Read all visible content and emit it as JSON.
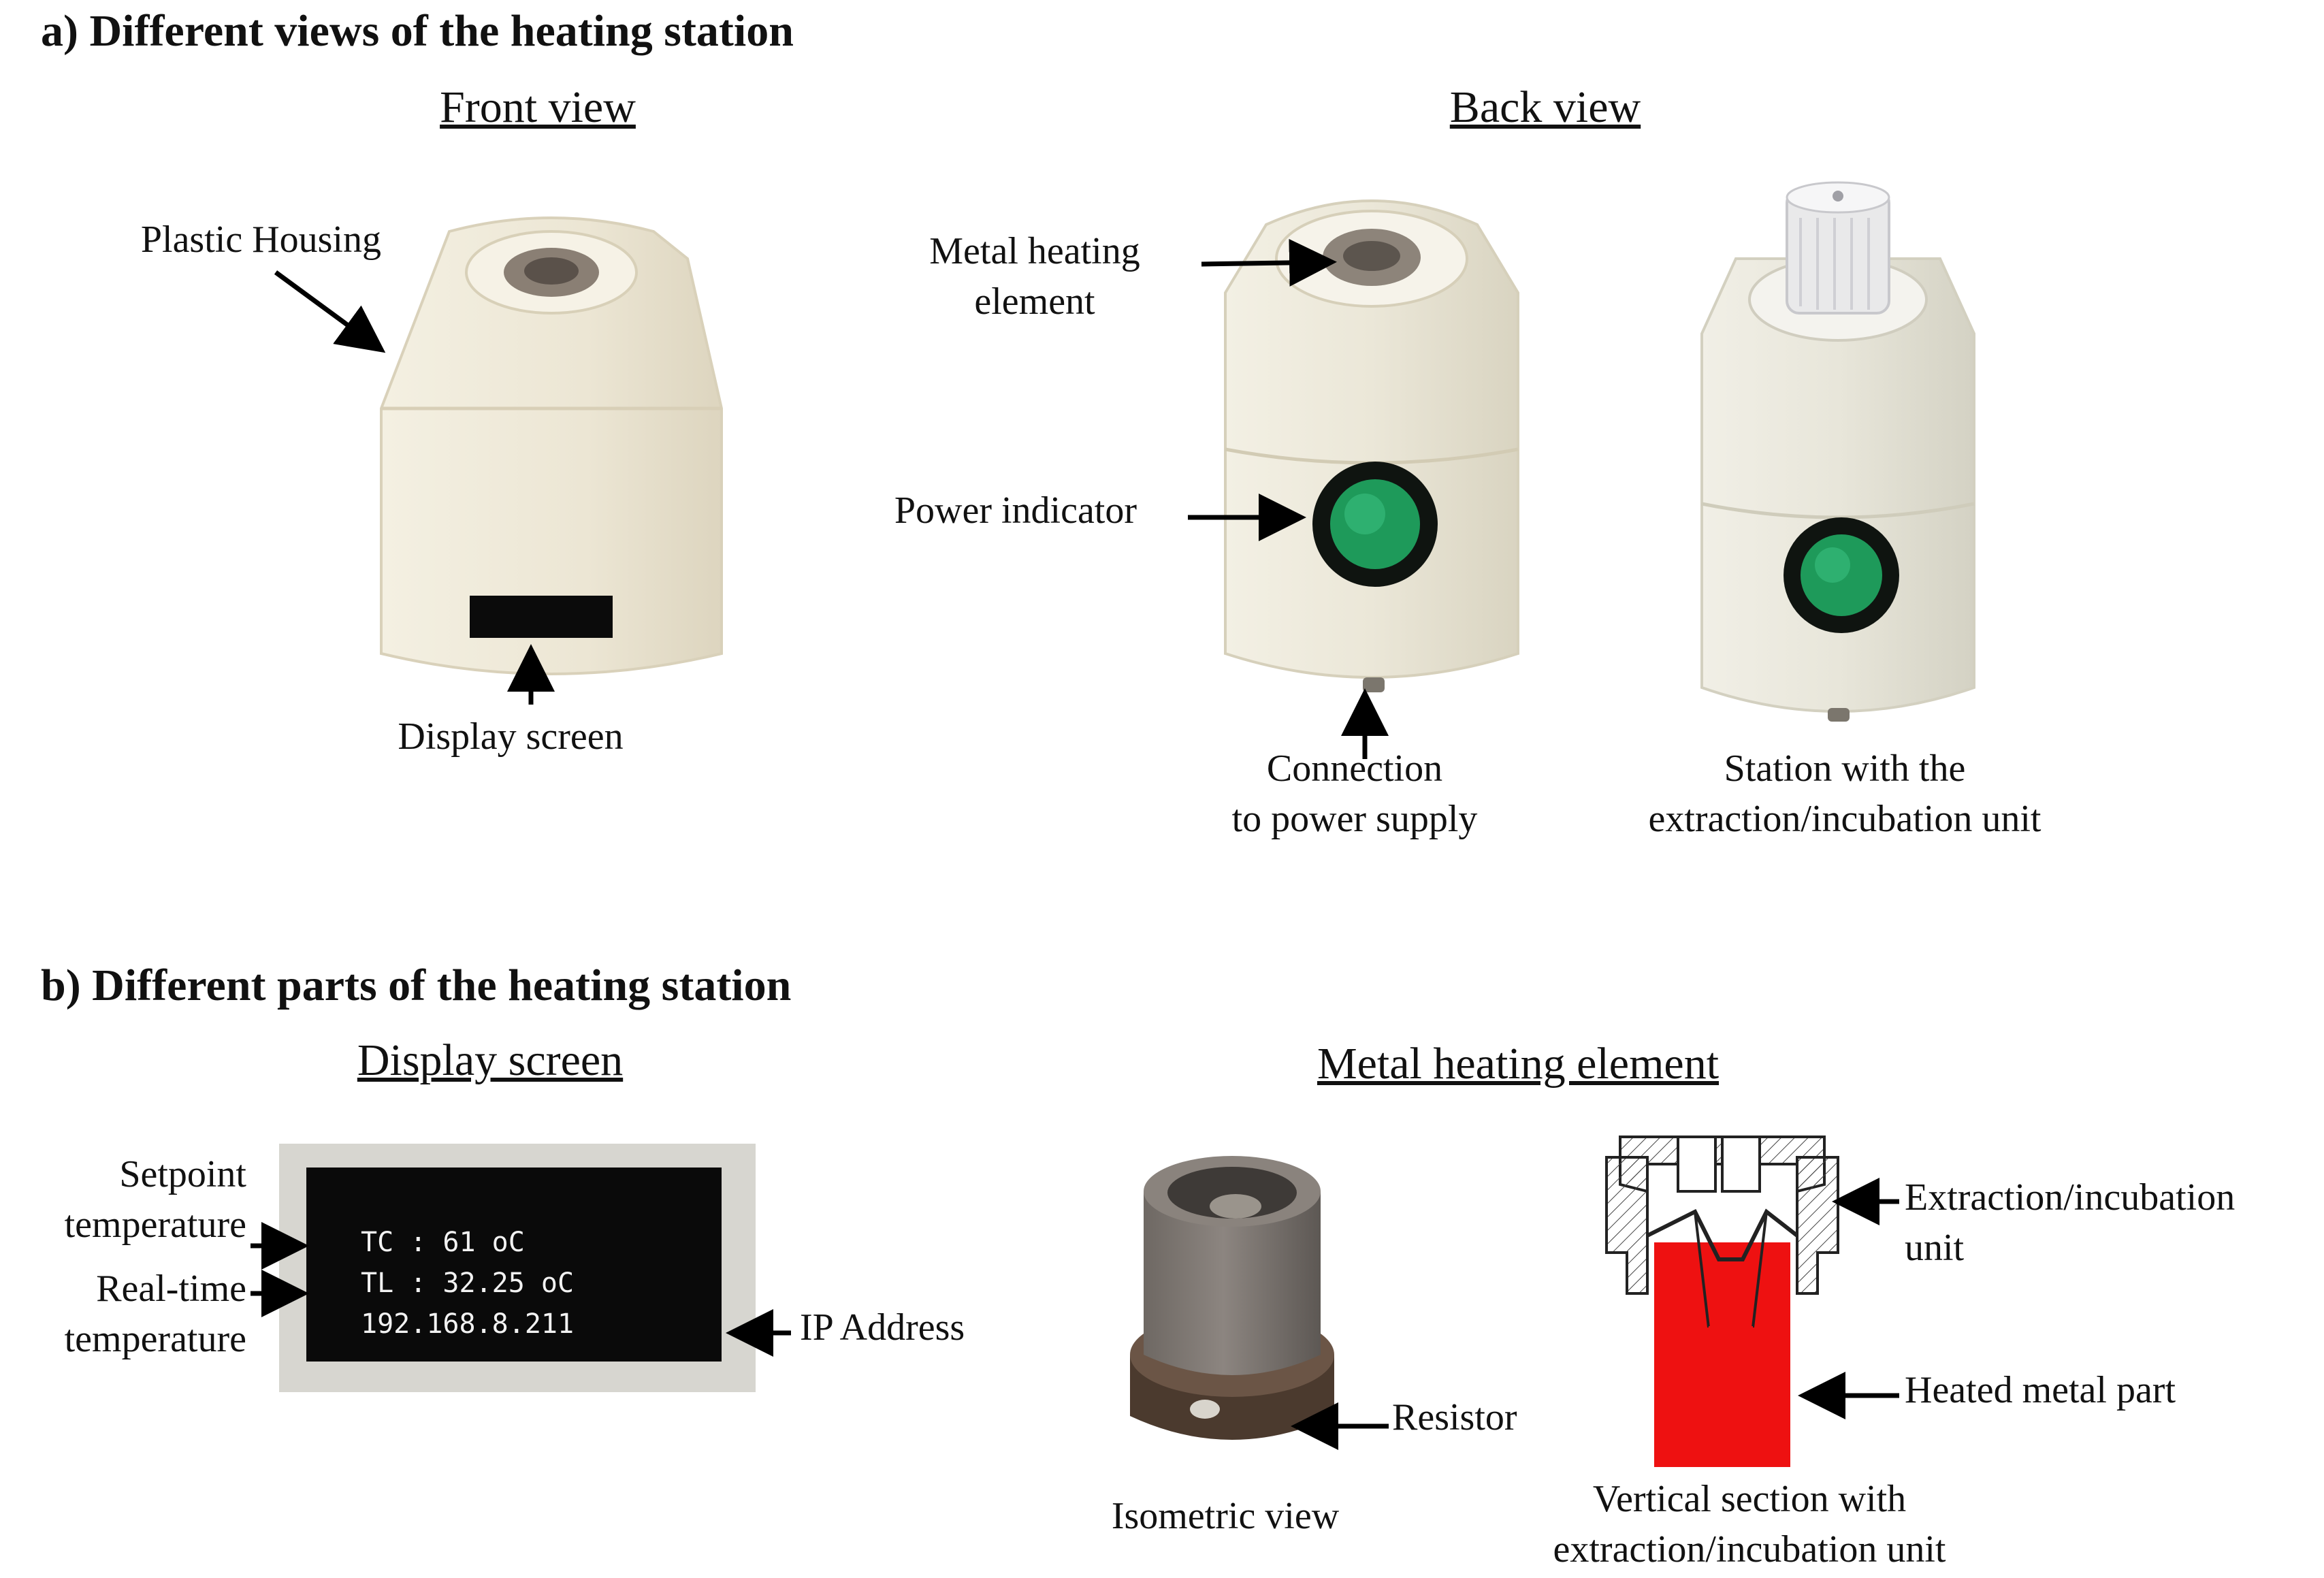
{
  "section_a": {
    "title": "a) Different views of the heating station",
    "front_view": "Front view",
    "back_view": "Back view",
    "plastic_housing": "Plastic Housing",
    "display_screen": "Display screen",
    "metal_heating_line1": "Metal heating",
    "metal_heating_line2": "element",
    "power_indicator": "Power indicator",
    "connection_line1": "Connection",
    "connection_line2": "to power supply",
    "station_line1": "Station with the",
    "station_line2": "extraction/incubation unit"
  },
  "section_b": {
    "title": "b) Different parts of the heating station",
    "display_screen": "Display screen",
    "metal_heating_element": "Metal heating element",
    "setpoint_line1": "Setpoint",
    "setpoint_line2": "temperature",
    "realtime_line1": "Real-time",
    "realtime_line2": "temperature",
    "ip_address": "IP Address",
    "oled_line1": "TC : 61 oC",
    "oled_line2": "TL : 32.25 oC",
    "oled_line3": "192.168.8.211",
    "resistor": "Resistor",
    "isometric_view": "Isometric view",
    "extraction_line1": "Extraction/incubation",
    "extraction_line2": "unit",
    "heated_metal_part": "Heated metal part",
    "vertical_line1": "Vertical section with",
    "vertical_line2": "extraction/incubation unit"
  },
  "colors": {
    "housing": "#efeadb",
    "indicator_green": "#1e9a5a",
    "heated_part_red": "#ee1111",
    "oled_background": "#0a0a0a"
  }
}
